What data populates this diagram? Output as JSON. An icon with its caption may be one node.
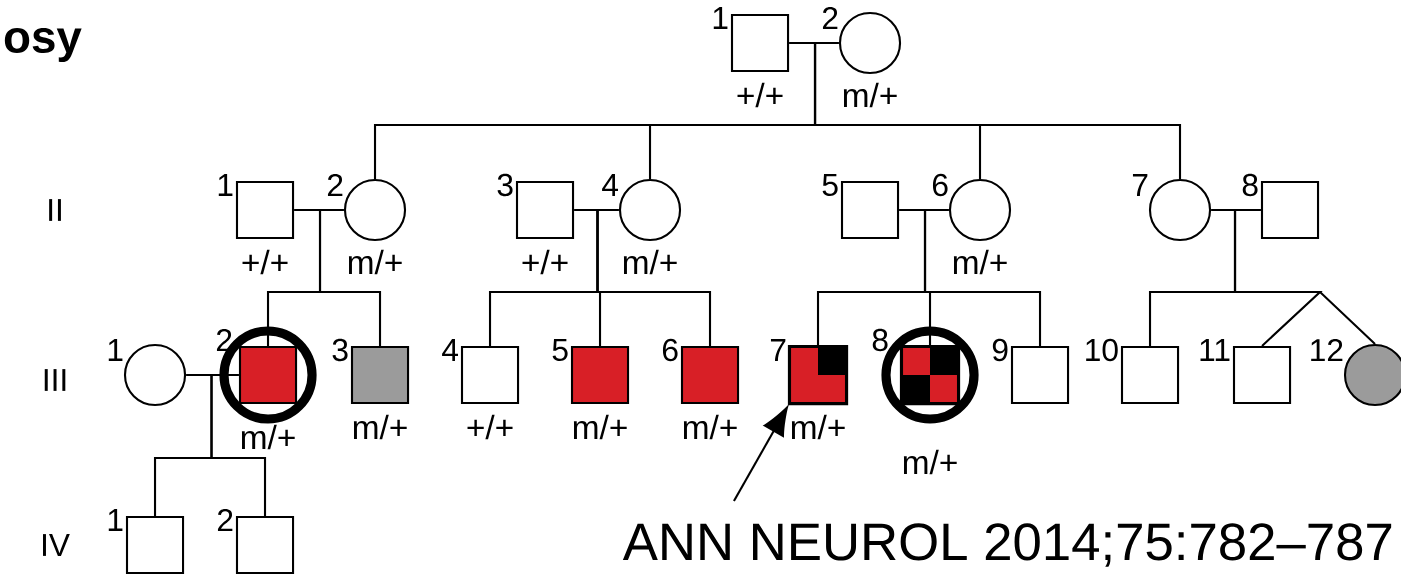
{
  "diagram": {
    "nodes": [
      {
        "text": [],
        "shape": "box",
        "beside": [
          "1",
          "+/+"
        ]
      },
      {
        "text": [],
        "shape": "circle",
        "beside": [
          "2",
          "m/+"
        ]
      },
      {
        "text": [],
        "shape": "box",
        "beside": [
          "1",
          "+/+"
        ]
      },
      {
        "text": [],
        "shape": "circle",
        "beside": [
          "2",
          "m/+"
        ]
      },
      {
        "text": [],
        "shape": "box",
        "beside": [
          "3",
          "+/+"
        ]
      },
      {
        "text": [],
        "shape": "circle",
        "beside": [
          "4",
          "m/+"
        ]
      },
      {
        "text": [],
        "shape": "box",
        "beside": [
          "5"
        ]
      },
      {
        "text": [],
        "shape": "circle",
        "beside": [
          "6",
          "m/+"
        ]
      },
      {
        "text": [],
        "shape": "circle",
        "beside": [
          "7"
        ]
      },
      {
        "text": [],
        "shape": "box",
        "beside": [
          "8"
        ]
      },
      {
        "text": [],
        "shape": "circle",
        "beside": [
          "1"
        ]
      },
      {
        "text": [],
        "shape": "box",
        "beside": [
          "2",
          "m/+"
        ]
      },
      {
        "text": [],
        "shape": "box",
        "beside": [
          "3",
          "m/+"
        ]
      },
      {
        "text": [],
        "shape": "box",
        "beside": [
          "4",
          "+/+"
        ]
      },
      {
        "text": [],
        "shape": "box",
        "beside": [
          "5",
          "m/+"
        ]
      },
      {
        "text": [],
        "shape": "box",
        "beside": [
          "6",
          "m/+"
        ]
      },
      {
        "text": [],
        "shape": "box",
        "beside": [
          "7",
          "m/+"
        ]
      },
      {
        "text": [],
        "shape": "box",
        "beside": [
          "8",
          "m/+"
        ]
      },
      {
        "text": [],
        "shape": "box",
        "beside": [
          "9"
        ]
      },
      {
        "text": [],
        "shape": "box",
        "beside": [
          "10"
        ]
      },
      {
        "text": [],
        "shape": "box",
        "beside": [
          "11"
        ]
      },
      {
        "text": [],
        "shape": "circle",
        "beside": [
          "12"
        ]
      },
      {
        "text": [],
        "shape": "box",
        "beside": [
          "1"
        ]
      },
      {
        "text": [],
        "shape": "box",
        "beside": [
          "2"
        ]
      }
    ],
    "edges": [
      {
        "from": 0,
        "to": 1,
        "arrow": "none"
      },
      {
        "from": 2,
        "to": 3,
        "arrow": "none"
      },
      {
        "from": 4,
        "to": 5,
        "arrow": "none"
      },
      {
        "from": 6,
        "to": 7,
        "arrow": "none"
      },
      {
        "from": 8,
        "to": 9,
        "arrow": "none"
      },
      {
        "from": 10,
        "to": 11,
        "arrow": "none"
      },
      {
        "from": 1,
        "to": 3,
        "arrow": "none"
      },
      {
        "from": 1,
        "to": 5,
        "arrow": "none"
      },
      {
        "from": 1,
        "to": 7,
        "arrow": "none"
      },
      {
        "from": 1,
        "to": 8,
        "arrow": "none"
      },
      {
        "from": 3,
        "to": 11,
        "arrow": "none"
      },
      {
        "from": 3,
        "to": 12,
        "arrow": "none"
      },
      {
        "from": 5,
        "to": 13,
        "arrow": "none"
      },
      {
        "from": 5,
        "to": 14,
        "arrow": "none"
      },
      {
        "from": 5,
        "to": 15,
        "arrow": "none"
      },
      {
        "from": 7,
        "to": 16,
        "arrow": "none"
      },
      {
        "from": 7,
        "to": 17,
        "arrow": "none"
      },
      {
        "from": 7,
        "to": 18,
        "arrow": "none"
      },
      {
        "from": 9,
        "to": 19,
        "arrow": "none"
      },
      {
        "from": 9,
        "to": 20,
        "arrow": "none"
      },
      {
        "from": 9,
        "to": 21,
        "arrow": "none"
      },
      {
        "from": 11,
        "to": 22,
        "arrow": "none"
      },
      {
        "from": 11,
        "to": 23,
        "arrow": "none"
      },
      {
        "from": null,
        "to": 16,
        "arrow": "to"
      }
    ],
    "labels": [
      "osy",
      "II",
      "III",
      "IV",
      "ANN NEUROL 2014;75:782–787"
    ]
  }
}
